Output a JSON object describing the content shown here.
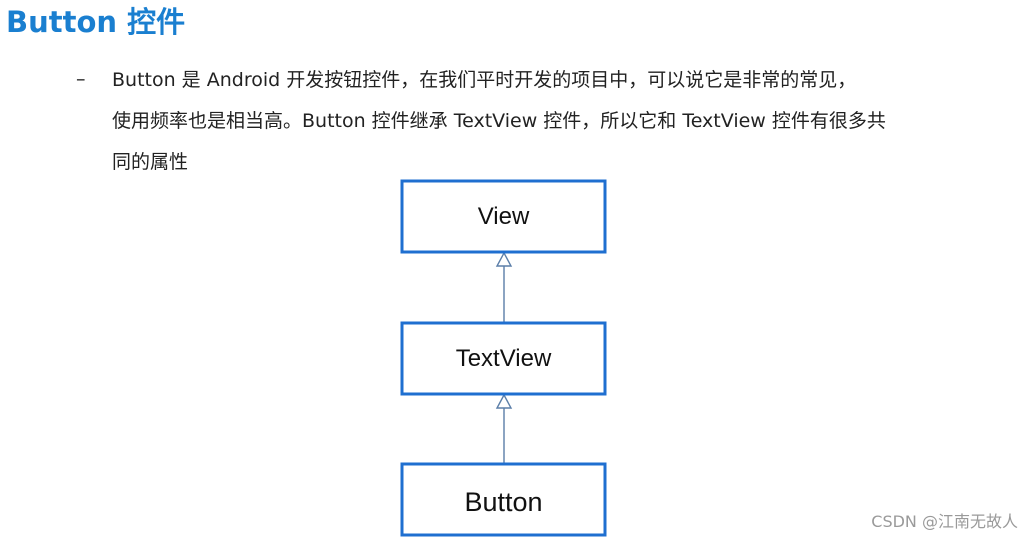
{
  "title": "Button 控件",
  "bullet": {
    "marker": "–",
    "lines": [
      "Button 是 Android 开发按钮控件，在我们平时开发的项目中，可以说它是非常的常见，",
      "使用频率也是相当高。Button 控件继承 TextView 控件，所以它和 TextView 控件有很多共",
      "同的属性"
    ]
  },
  "diagram": {
    "nodes": [
      {
        "id": "view",
        "label": "View"
      },
      {
        "id": "textview",
        "label": "TextView"
      },
      {
        "id": "button",
        "label": "Button"
      }
    ],
    "edges": [
      {
        "from": "textview",
        "to": "view",
        "type": "inheritance"
      },
      {
        "from": "button",
        "to": "textview",
        "type": "inheritance"
      }
    ]
  },
  "watermark": "CSDN @江南无故人",
  "colors": {
    "title": "#1a7fd0",
    "box_border": "#1f6fd0",
    "arrow": "#5b7ea8",
    "text": "#222222"
  }
}
